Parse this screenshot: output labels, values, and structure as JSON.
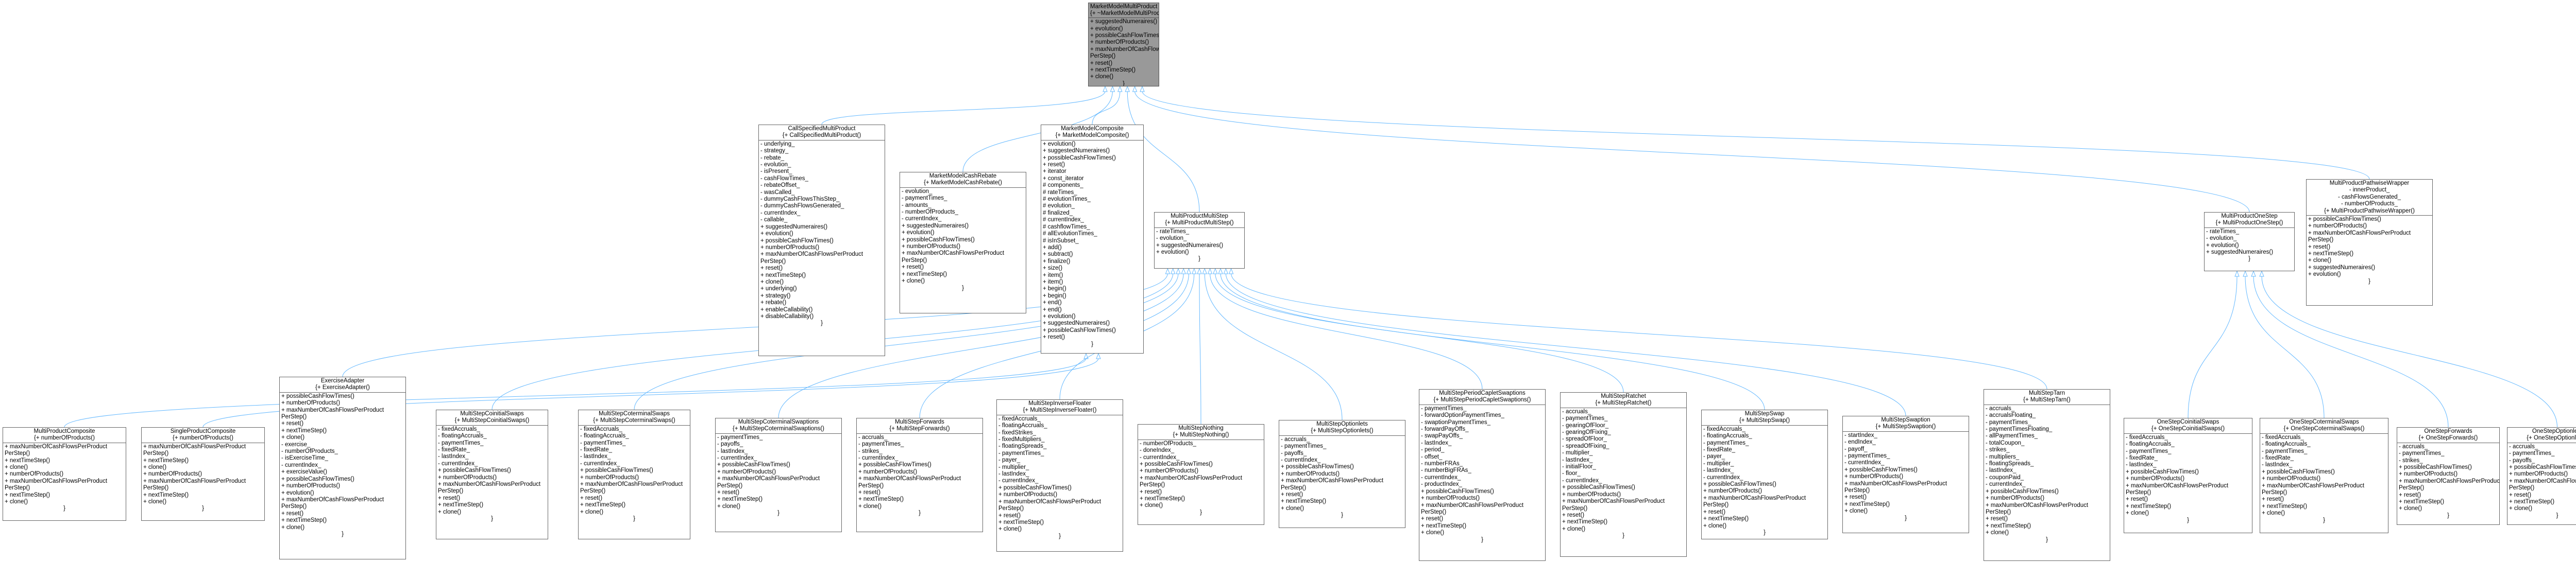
{
  "colors": {
    "edge": "#63b8ff",
    "box_border": "#666666",
    "root_fill": "#999999",
    "node_fill": "#ffffff"
  },
  "nodes": {
    "MarketModelMultiProduct": {
      "title": [
        "MarketModelMultiProduct",
        "{+ ~MarketModelMultiProduct()"
      ],
      "attrs": [
        "+ suggestedNumeraires()",
        "+ evolution()",
        "+ possibleCashFlowTimes()",
        "+ numberOfProducts()",
        "+ maxNumberOfCashFlowsPerProduct",
        "PerStep()",
        "+ reset()",
        "+ nextTimeStep()",
        "+ clone()",
        "}"
      ]
    },
    "CallSpecifiedMultiProduct": {
      "title": [
        "CallSpecifiedMultiProduct",
        "{+ CallSpecifiedMultiProduct()"
      ],
      "attrs": [
        "- underlying_",
        "- strategy_",
        "- rebate_",
        "- evolution_",
        "- isPresent_",
        "- cashFlowTimes_",
        "- rebateOffset_",
        "- wasCalled_",
        "- dummyCashFlowsThisStep_",
        "- dummyCashFlowsGenerated_",
        "- currentIndex_",
        "- callable_",
        "+ suggestedNumeraires()",
        "+ evolution()",
        "+ possibleCashFlowTimes()",
        "+ numberOfProducts()",
        "+ maxNumberOfCashFlowsPerProduct",
        "PerStep()",
        "+ reset()",
        "+ nextTimeStep()",
        "+ clone()",
        "+ underlying()",
        "+ strategy()",
        "+ rebate()",
        "+ enableCallability()",
        "+ disableCallability()",
        "}"
      ]
    },
    "MarketModelCashRebate": {
      "title": [
        "MarketModelCashRebate",
        "{+ MarketModelCashRebate()"
      ],
      "attrs": [
        "- evolution_",
        "- paymentTimes_",
        "- amounts_",
        "- numberOfProducts_",
        "- currentIndex_",
        "+ suggestedNumeraires()",
        "+ evolution()",
        "+ possibleCashFlowTimes()",
        "+ numberOfProducts()",
        "+ maxNumberOfCashFlowsPerProduct",
        "PerStep()",
        "+ reset()",
        "+ nextTimeStep()",
        "+ clone()",
        "}"
      ]
    },
    "MarketModelComposite": {
      "title": [
        "MarketModelComposite",
        "{+ MarketModelComposite()"
      ],
      "attrs": [
        "+ evolution()",
        "+ suggestedNumeraires()",
        "+ possibleCashFlowTimes()",
        "+ reset()",
        "+ iterator",
        "+ const_iterator",
        "# components_",
        "# rateTimes_",
        "# evolutionTimes_",
        "# evolution_",
        "# finalized_",
        "# currentIndex_",
        "# cashflowTimes_",
        "# allEvolutionTimes_",
        "# isInSubset_",
        "+ add()",
        "+ subtract()",
        "+ finalize()",
        "+ size()",
        "+ item()",
        "+ item()",
        "+ begin()",
        "+ begin()",
        "+ end()",
        "+ end()",
        "+ evolution()",
        "+ suggestedNumeraires()",
        "+ possibleCashFlowTimes()",
        "+ reset()",
        "}"
      ]
    },
    "MultiProductMultiStep": {
      "title": [
        "MultiProductMultiStep",
        "{+ MultiProductMultiStep()"
      ],
      "attrs": [
        "- rateTimes_",
        "- evolution_",
        "+ suggestedNumeraires()",
        "+ evolution()",
        "}"
      ]
    },
    "MultiProductOneStep": {
      "title": [
        "MultiProductOneStep",
        "{+ MultiProductOneStep()"
      ],
      "attrs": [
        "- rateTimes_",
        "- evolution_",
        "+ evolution()",
        "+ suggestedNumeraires()",
        "}"
      ]
    },
    "MultiProductPathwiseWrapper": {
      "title": [
        "MultiProductPathwiseWrapper",
        "- innerProduct_",
        "- cashFlowsGenerated_",
        "- numberOfProducts_",
        "{+ MultiProductPathwiseWrapper()"
      ],
      "attrs": [
        "+ possibleCashFlowTimes()",
        "+ numberOfProducts()",
        "+ maxNumberOfCashFlowsPerProduct",
        "PerStep()",
        "+ reset()",
        "+ nextTimeStep()",
        "+ clone()",
        "+ suggestedNumeraires()",
        "+ evolution()",
        "}"
      ]
    },
    "MultiProductComposite": {
      "title": [
        "MultiProductComposite",
        "{+ numberOfProducts()"
      ],
      "attrs": [
        "+ maxNumberOfCashFlowsPerProduct",
        "PerStep()",
        "+ nextTimeStep()",
        "+ clone()",
        "+ numberOfProducts()",
        "+ maxNumberOfCashFlowsPerProduct",
        "PerStep()",
        "+ nextTimeStep()",
        "+ clone()",
        "}"
      ]
    },
    "SingleProductComposite": {
      "title": [
        "SingleProductComposite",
        "{+ numberOfProducts()"
      ],
      "attrs": [
        "+ maxNumberOfCashFlowsPerProduct",
        "PerStep()",
        "+ nextTimeStep()",
        "+ clone()",
        "+ numberOfProducts()",
        "+ maxNumberOfCashFlowsPerProduct",
        "PerStep()",
        "+ nextTimeStep()",
        "+ clone()",
        "}"
      ]
    },
    "ExerciseAdapter": {
      "title": [
        "ExerciseAdapter",
        "{+ ExerciseAdapter()"
      ],
      "attrs": [
        "+ possibleCashFlowTimes()",
        "+ numberOfProducts()",
        "+ maxNumberOfCashFlowsPerProduct",
        "PerStep()",
        "+ reset()",
        "+ nextTimeStep()",
        "+ clone()",
        "- exercise_",
        "- numberOfProducts_",
        "- isExerciseTime_",
        "- currentIndex_",
        "+ exerciseValue()",
        "+ possibleCashFlowTimes()",
        "+ numberOfProducts()",
        "+ evolution()",
        "+ maxNumberOfCashFlowsPerProduct",
        "PerStep()",
        "+ reset()",
        "+ nextTimeStep()",
        "+ clone()",
        "}"
      ]
    },
    "MultiStepCoinitialSwaps": {
      "title": [
        "MultiStepCoinitialSwaps",
        "{+ MultiStepCoinitialSwaps()"
      ],
      "attrs": [
        "- fixedAccruals_",
        "- floatingAccruals_",
        "- paymentTimes_",
        "- fixedRate_",
        "- lastIndex_",
        "- currentIndex_",
        "+ possibleCashFlowTimes()",
        "+ numberOfProducts()",
        "+ maxNumberOfCashFlowsPerProduct",
        "PerStep()",
        "+ reset()",
        "+ nextTimeStep()",
        "+ clone()",
        "}"
      ]
    },
    "MultiStepCoterminalSwaps": {
      "title": [
        "MultiStepCoterminalSwaps",
        "{+ MultiStepCoterminalSwaps()"
      ],
      "attrs": [
        "- fixedAccruals_",
        "- floatingAccruals_",
        "- paymentTimes_",
        "- fixedRate_",
        "- lastIndex_",
        "- currentIndex_",
        "+ possibleCashFlowTimes()",
        "+ numberOfProducts()",
        "+ maxNumberOfCashFlowsPerProduct",
        "PerStep()",
        "+ reset()",
        "+ nextTimeStep()",
        "+ clone()",
        "}"
      ]
    },
    "MultiStepCoterminalSwaptions": {
      "title": [
        "MultiStepCoterminalSwaptions",
        "{+ MultiStepCoterminalSwaptions()"
      ],
      "attrs": [
        "- paymentTimes_",
        "- payoffs_",
        "- lastIndex_",
        "- currentIndex_",
        "+ possibleCashFlowTimes()",
        "+ numberOfProducts()",
        "+ maxNumberOfCashFlowsPerProduct",
        "PerStep()",
        "+ reset()",
        "+ nextTimeStep()",
        "+ clone()",
        "}"
      ]
    },
    "MultiStepForwards": {
      "title": [
        "MultiStepForwards",
        "{+ MultiStepForwards()"
      ],
      "attrs": [
        "- accruals_",
        "- paymentTimes_",
        "- strikes_",
        "- currentIndex_",
        "+ possibleCashFlowTimes()",
        "+ numberOfProducts()",
        "+ maxNumberOfCashFlowsPerProduct",
        "PerStep()",
        "+ reset()",
        "+ nextTimeStep()",
        "+ clone()",
        "}"
      ]
    },
    "MultiStepInverseFloater": {
      "title": [
        "MultiStepInverseFloater",
        "{+ MultiStepInverseFloater()"
      ],
      "attrs": [
        "- fixedAccruals_",
        "- floatingAccruals_",
        "- fixedStrikes_",
        "- fixedMultipliers_",
        "- floatingSpreads_",
        "- paymentTimes_",
        "- payer_",
        "- multiplier_",
        "- lastIndex_",
        "- currentIndex_",
        "+ possibleCashFlowTimes()",
        "+ numberOfProducts()",
        "+ maxNumberOfCashFlowsPerProduct",
        "PerStep()",
        "+ reset()",
        "+ nextTimeStep()",
        "+ clone()",
        "}"
      ]
    },
    "MultiStepNothing": {
      "title": [
        "MultiStepNothing",
        "{+ MultiStepNothing()"
      ],
      "attrs": [
        "- numberOfProducts_",
        "- doneIndex_",
        "- currentIndex_",
        "+ possibleCashFlowTimes()",
        "+ numberOfProducts()",
        "+ maxNumberOfCashFlowsPerProduct",
        "PerStep()",
        "+ reset()",
        "+ nextTimeStep()",
        "+ clone()",
        "}"
      ]
    },
    "MultiStepOptionlets": {
      "title": [
        "MultiStepOptionlets",
        "{+ MultiStepOptionlets()"
      ],
      "attrs": [
        "- accruals_",
        "- paymentTimes_",
        "- payoffs_",
        "- currentIndex_",
        "+ possibleCashFlowTimes()",
        "+ numberOfProducts()",
        "+ maxNumberOfCashFlowsPerProduct",
        "PerStep()",
        "+ reset()",
        "+ nextTimeStep()",
        "+ clone()",
        "}"
      ]
    },
    "MultiStepPeriodCapletSwaptions": {
      "title": [
        "MultiStepPeriodCapletSwaptions",
        "{+ MultiStepPeriodCapletSwaptions()"
      ],
      "attrs": [
        "- paymentTimes_",
        "- forwardOptionPaymentTimes_",
        "- swaptionPaymentTimes_",
        "- forwardPayOffs_",
        "- swapPayOffs_",
        "- lastIndex_",
        "- period_",
        "- offset_",
        "- numberFRAs_",
        "- numberBigFRAs_",
        "- currentIndex_",
        "- productIndex_",
        "+ possibleCashFlowTimes()",
        "+ numberOfProducts()",
        "+ maxNumberOfCashFlowsPerProduct",
        "PerStep()",
        "+ reset()",
        "+ nextTimeStep()",
        "+ clone()",
        "}"
      ]
    },
    "MultiStepRatchet": {
      "title": [
        "MultiStepRatchet",
        "{+ MultiStepRatchet()"
      ],
      "attrs": [
        "- accruals_",
        "- paymentTimes_",
        "- gearingOfFloor_",
        "- gearingOfFixing_",
        "- spreadOfFloor_",
        "- spreadOfFixing_",
        "- multiplier_",
        "- lastIndex_",
        "- initialFloor_",
        "- floor_",
        "- currentIndex_",
        "+ possibleCashFlowTimes()",
        "+ numberOfProducts()",
        "+ maxNumberOfCashFlowsPerProduct",
        "PerStep()",
        "+ reset()",
        "+ nextTimeStep()",
        "+ clone()",
        "}"
      ]
    },
    "MultiStepSwap": {
      "title": [
        "MultiStepSwap",
        "{+ MultiStepSwap()"
      ],
      "attrs": [
        "- fixedAccruals_",
        "- floatingAccruals_",
        "- paymentTimes_",
        "- fixedRate_",
        "- payer_",
        "- multiplier_",
        "- lastIndex_",
        "- currentIndex_",
        "+ possibleCashFlowTimes()",
        "+ numberOfProducts()",
        "+ maxNumberOfCashFlowsPerProduct",
        "PerStep()",
        "+ reset()",
        "+ nextTimeStep()",
        "+ clone()",
        "}"
      ]
    },
    "MultiStepSwaption": {
      "title": [
        "MultiStepSwaption",
        "{+ MultiStepSwaption()"
      ],
      "attrs": [
        "- startIndex_",
        "- endIndex_",
        "- payoff_",
        "- paymentTimes_",
        "- currentIndex_",
        "+ possibleCashFlowTimes()",
        "+ numberOfProducts()",
        "+ maxNumberOfCashFlowsPerProduct",
        "PerStep()",
        "+ reset()",
        "+ nextTimeStep()",
        "+ clone()",
        "}"
      ]
    },
    "MultiStepTarn": {
      "title": [
        "MultiStepTarn",
        "{+ MultiStepTarn()"
      ],
      "attrs": [
        "- accruals_",
        "- accrualsFloating_",
        "- paymentTimes_",
        "- paymentTimesFloating_",
        "- allPaymentTimes_",
        "- totalCoupon_",
        "- strikes_",
        "- multipliers_",
        "- floatingSpreads_",
        "- lastIndex_",
        "- couponPaid_",
        "- currentIndex_",
        "+ possibleCashFlowTimes()",
        "+ numberOfProducts()",
        "+ maxNumberOfCashFlowsPerProduct",
        "PerStep()",
        "+ reset()",
        "+ nextTimeStep()",
        "+ clone()",
        "}"
      ]
    },
    "OneStepCoinitialSwaps": {
      "title": [
        "OneStepCoinitialSwaps",
        "{+ OneStepCoinitialSwaps()"
      ],
      "attrs": [
        "- fixedAccruals_",
        "- floatingAccruals_",
        "- paymentTimes_",
        "- fixedRate_",
        "- lastIndex_",
        "+ possibleCashFlowTimes()",
        "+ numberOfProducts()",
        "+ maxNumberOfCashFlowsPerProduct",
        "PerStep()",
        "+ reset()",
        "+ nextTimeStep()",
        "+ clone()",
        "}"
      ]
    },
    "OneStepCoterminalSwaps": {
      "title": [
        "OneStepCoterminalSwaps",
        "{+ OneStepCoterminalSwaps()"
      ],
      "attrs": [
        "- fixedAccruals_",
        "- floatingAccruals_",
        "- paymentTimes_",
        "- fixedRate_",
        "- lastIndex_",
        "+ possibleCashFlowTimes()",
        "+ numberOfProducts()",
        "+ maxNumberOfCashFlowsPerProduct",
        "PerStep()",
        "+ reset()",
        "+ nextTimeStep()",
        "+ clone()",
        "}"
      ]
    },
    "OneStepForwards": {
      "title": [
        "OneStepForwards",
        "{+ OneStepForwards()"
      ],
      "attrs": [
        "- accruals_",
        "- paymentTimes_",
        "- strikes_",
        "+ possibleCashFlowTimes()",
        "+ numberOfProducts()",
        "+ maxNumberOfCashFlowsPerProduct",
        "PerStep()",
        "+ reset()",
        "+ nextTimeStep()",
        "+ clone()",
        "}"
      ]
    },
    "OneStepOptionlets": {
      "title": [
        "OneStepOptionlets",
        "{+ OneStepOptionlets()"
      ],
      "attrs": [
        "- accruals_",
        "- paymentTimes_",
        "- payoffs_",
        "+ possibleCashFlowTimes()",
        "+ numberOfProducts()",
        "+ maxNumberOfCashFlowsPerProduct",
        "PerStep()",
        "+ reset()",
        "+ nextTimeStep()",
        "+ clone()",
        "}"
      ]
    }
  }
}
